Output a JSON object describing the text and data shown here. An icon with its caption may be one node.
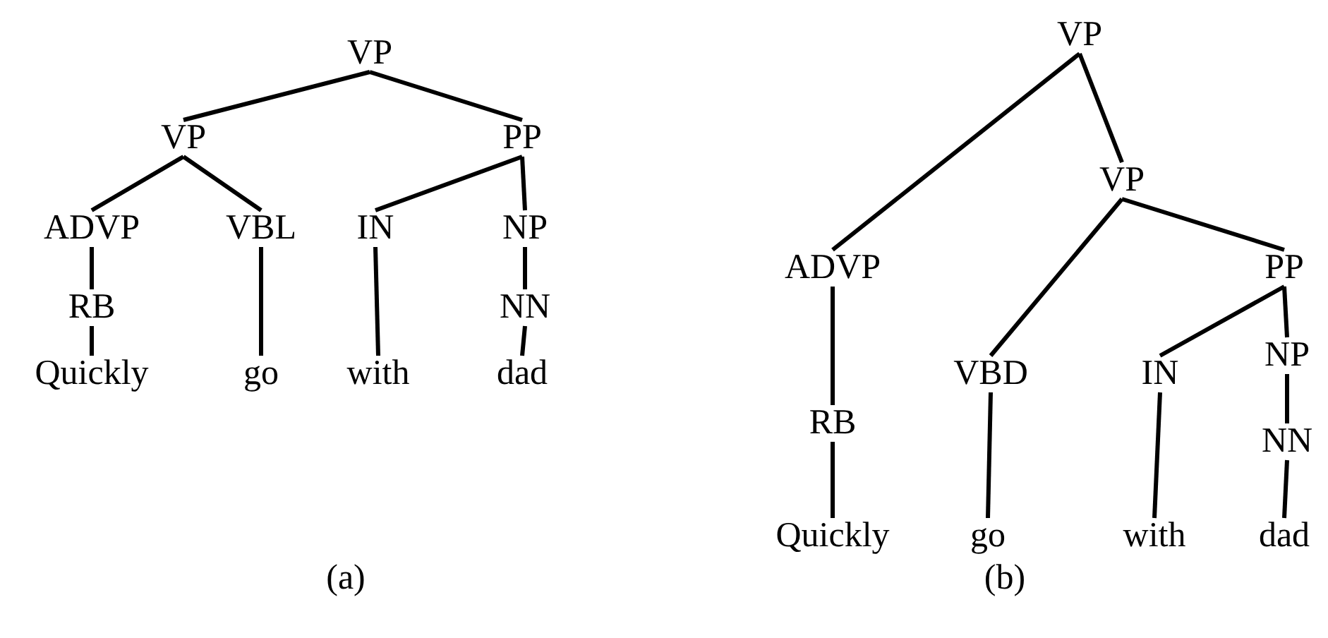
{
  "diagram": {
    "nodes": [
      {
        "text": [
          "VP"
        ]
      },
      {
        "text": [
          "VP"
        ]
      },
      {
        "text": [
          "PP"
        ]
      },
      {
        "text": [
          "ADVP"
        ]
      },
      {
        "text": [
          "VBL"
        ]
      },
      {
        "text": [
          "IN"
        ]
      },
      {
        "text": [
          "NP"
        ]
      },
      {
        "text": [
          "RB"
        ]
      },
      {
        "text": [
          "NN"
        ]
      },
      {
        "text": [
          "Quickly"
        ]
      },
      {
        "text": [
          "go"
        ]
      },
      {
        "text": [
          "with"
        ]
      },
      {
        "text": [
          "dad"
        ]
      },
      {
        "text": [
          "VP"
        ]
      },
      {
        "text": [
          "VP"
        ]
      },
      {
        "text": [
          "ADVP"
        ]
      },
      {
        "text": [
          "PP"
        ]
      },
      {
        "text": [
          "NP"
        ]
      },
      {
        "text": [
          "VBD"
        ]
      },
      {
        "text": [
          "IN"
        ]
      },
      {
        "text": [
          "RB"
        ]
      },
      {
        "text": [
          "NN"
        ]
      },
      {
        "text": [
          "Quickly"
        ]
      },
      {
        "text": [
          "go"
        ]
      },
      {
        "text": [
          "with"
        ]
      },
      {
        "text": [
          "dad"
        ]
      }
    ],
    "edges": [
      {
        "from": 0,
        "to": 1,
        "arrow": "none"
      },
      {
        "from": 0,
        "to": 2,
        "arrow": "none"
      },
      {
        "from": 1,
        "to": 3,
        "arrow": "none"
      },
      {
        "from": 1,
        "to": 4,
        "arrow": "none"
      },
      {
        "from": 2,
        "to": 5,
        "arrow": "none"
      },
      {
        "from": 2,
        "to": 6,
        "arrow": "none"
      },
      {
        "from": 3,
        "to": 7,
        "arrow": "none"
      },
      {
        "from": 6,
        "to": 8,
        "arrow": "none"
      },
      {
        "from": 7,
        "to": 9,
        "arrow": "none"
      },
      {
        "from": 4,
        "to": 10,
        "arrow": "none"
      },
      {
        "from": 5,
        "to": 11,
        "arrow": "none"
      },
      {
        "from": 8,
        "to": 12,
        "arrow": "none"
      },
      {
        "from": 13,
        "to": 15,
        "arrow": "none"
      },
      {
        "from": 13,
        "to": 14,
        "arrow": "none"
      },
      {
        "from": 14,
        "to": 18,
        "arrow": "none"
      },
      {
        "from": 14,
        "to": 16,
        "arrow": "none"
      },
      {
        "from": 16,
        "to": 19,
        "arrow": "none"
      },
      {
        "from": 16,
        "to": 17,
        "arrow": "none"
      },
      {
        "from": 15,
        "to": 20,
        "arrow": "none"
      },
      {
        "from": 17,
        "to": 21,
        "arrow": "none"
      },
      {
        "from": 20,
        "to": 22,
        "arrow": "none"
      },
      {
        "from": 18,
        "to": 23,
        "arrow": "none"
      },
      {
        "from": 19,
        "to": 24,
        "arrow": "none"
      },
      {
        "from": 21,
        "to": 25,
        "arrow": "none"
      }
    ],
    "labels": [
      "(a)",
      "(b)"
    ]
  }
}
